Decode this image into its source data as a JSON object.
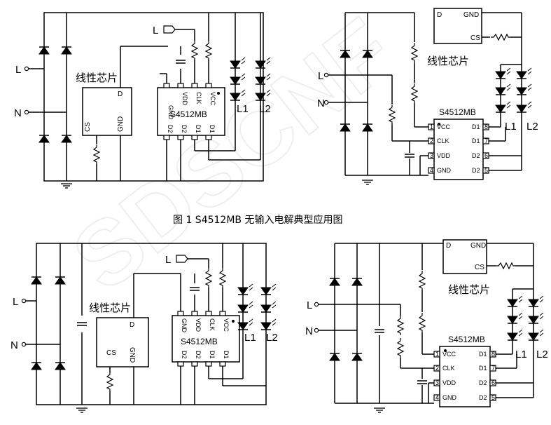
{
  "watermark": "SDSCNF",
  "caption": "图 1 S4512MB 无输入电解典型应用图",
  "labels": {
    "chip": "S4512MB",
    "driver": "线性芯片",
    "live": "L",
    "neutral": "N",
    "led1": "L1",
    "led2": "L2",
    "d": "D",
    "cs": "CS",
    "gnd": "GND"
  },
  "pins": {
    "vcc": "VCC",
    "clk": "CLK",
    "vdd": "VDD",
    "gnd": "GND",
    "d1": "D1",
    "d2": "D2",
    "n1": "1",
    "n2": "2",
    "n3": "3",
    "n4": "4",
    "n5": "5",
    "n6": "6",
    "n7": "7",
    "n8": "8"
  }
}
